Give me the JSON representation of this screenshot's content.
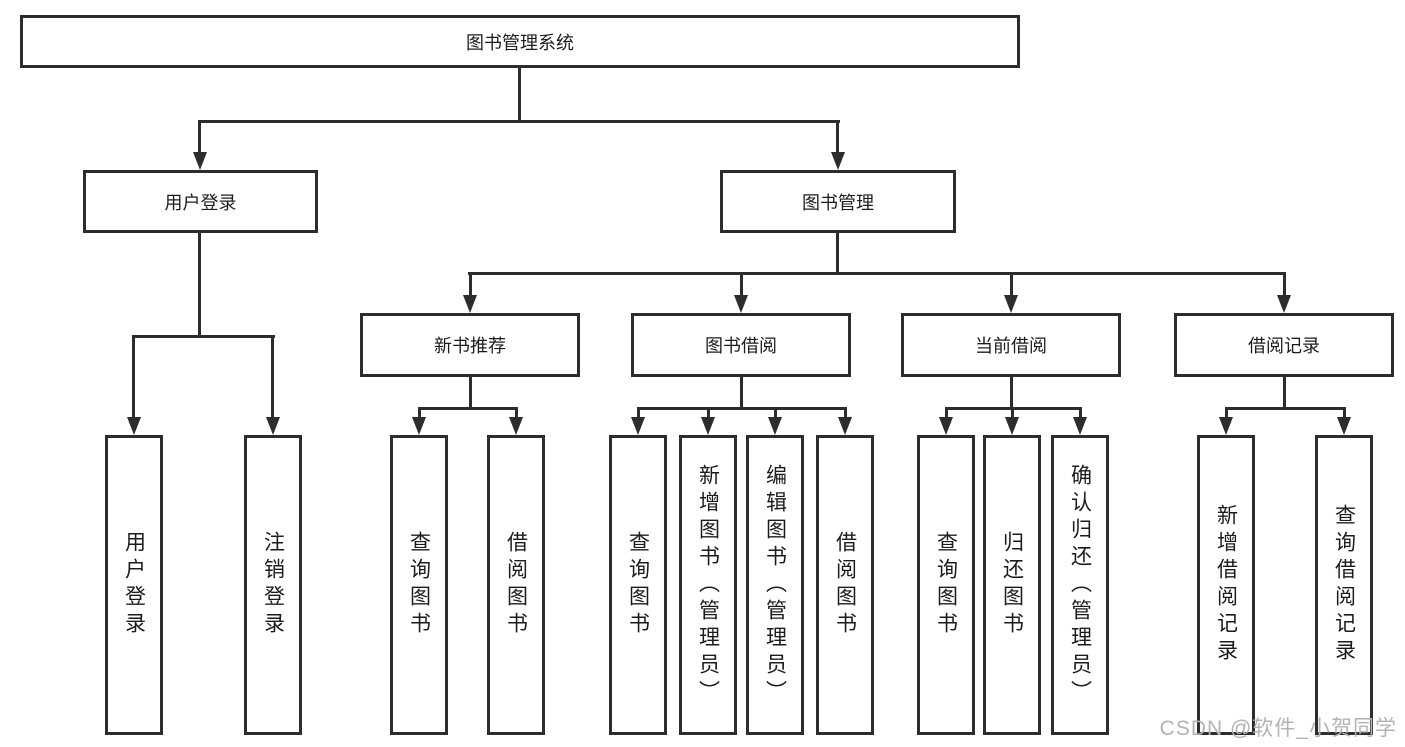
{
  "tree": {
    "root": {
      "label": "图书管理系统",
      "children": [
        {
          "label": "用户登录",
          "children": [
            {
              "label": "用户登录"
            },
            {
              "label": "注销登录"
            }
          ]
        },
        {
          "label": "图书管理",
          "children": [
            {
              "label": "新书推荐",
              "children": [
                {
                  "label": "查询图书"
                },
                {
                  "label": "借阅图书"
                }
              ]
            },
            {
              "label": "图书借阅",
              "children": [
                {
                  "label": "查询图书"
                },
                {
                  "label": "新增图书（管理员）"
                },
                {
                  "label": "编辑图书（管理员）"
                },
                {
                  "label": "借阅图书"
                }
              ]
            },
            {
              "label": "当前借阅",
              "children": [
                {
                  "label": "查询图书"
                },
                {
                  "label": "归还图书"
                },
                {
                  "label": "确认归还（管理员）"
                }
              ]
            },
            {
              "label": "借阅记录",
              "children": [
                {
                  "label": "新增借阅记录"
                },
                {
                  "label": "查询借阅记录"
                }
              ]
            }
          ]
        }
      ]
    }
  },
  "watermark": {
    "text": "CSDN @软件_小贺同学"
  },
  "colors": {
    "line": "#2d2d2d",
    "text": "#1c1c1c",
    "background": "#ffffff",
    "watermark": "#b3b3b3"
  }
}
